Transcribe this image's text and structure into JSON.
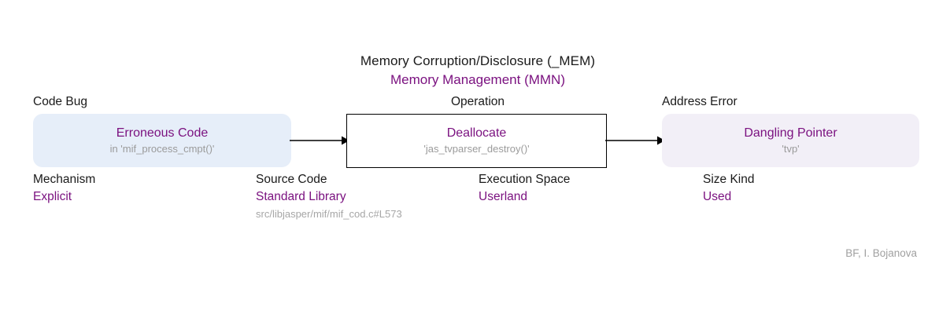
{
  "diagram": {
    "class_title": "Memory Corruption/Disclosure (_MEM)",
    "class_subtitle": "Memory Management (MMN)",
    "accent_purple": "#7b1280",
    "text_color": "#1a1a1a",
    "muted_color": "#9b9b9b"
  },
  "captions": {
    "code_bug": "Code Bug",
    "operation": "Operation",
    "address_error": "Address Error"
  },
  "nodes": {
    "code_bug": {
      "title": "Erroneous Code",
      "subtitle": "in 'mif_process_cmpt()'",
      "fill": "#e6eef9"
    },
    "operation": {
      "title": "Deallocate",
      "subtitle": "'jas_tvparser_destroy()'",
      "fill": "#ffffff"
    },
    "address_error": {
      "title": "Dangling Pointer",
      "subtitle": "'tvp'",
      "fill": "#f2eff7"
    }
  },
  "attributes": [
    {
      "name": "Mechanism",
      "value": "Explicit",
      "extra": ""
    },
    {
      "name": "Source Code",
      "value": "Standard Library",
      "extra": "src/libjasper/mif/mif_cod.c#L573"
    },
    {
      "name": "Execution Space",
      "value": "Userland",
      "extra": ""
    },
    {
      "name": "Size Kind",
      "value": "Used",
      "extra": ""
    }
  ],
  "footer": {
    "attribution": "BF, I. Bojanova"
  }
}
